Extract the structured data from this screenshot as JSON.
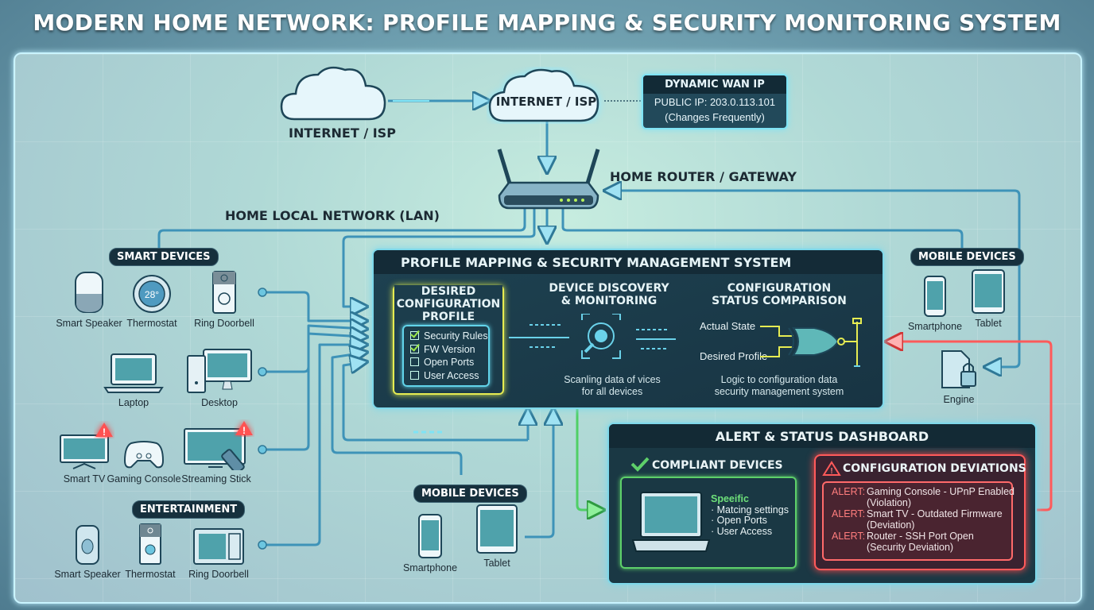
{
  "title": "MODERN HOME NETWORK: PROFILE MAPPING & SECURITY MONITORING SYSTEM",
  "internet": {
    "left_cloud_label": "INTERNET / ISP",
    "main_cloud_label": "INTERNET / ISP"
  },
  "wan": {
    "title": "DYNAMIC WAN IP",
    "ip_line": "PUBLIC IP: 203.0.113.101",
    "note": "(Changes Frequently)"
  },
  "router": {
    "label": "HOME ROUTER / GATEWAY"
  },
  "lan": {
    "label": "HOME LOCAL NETWORK (LAN)"
  },
  "smart_devices": {
    "title": "SMART DEVICES",
    "row1": [
      {
        "name": "Smart Speaker",
        "icon": "smart-speaker-icon"
      },
      {
        "name": "Thermostat",
        "icon": "thermostat-icon",
        "display": "28°"
      },
      {
        "name": "Ring Doorbell",
        "icon": "doorbell-icon"
      }
    ],
    "row2": [
      {
        "name": "Laptop",
        "icon": "laptop-icon"
      },
      {
        "name": "Desktop",
        "icon": "desktop-icon"
      }
    ]
  },
  "entertainment": {
    "title": "ENTERTAINMENT",
    "row1": [
      {
        "name": "Smart TV",
        "icon": "tv-icon",
        "alert": true
      },
      {
        "name": "Gaming Console",
        "icon": "gamepad-icon"
      },
      {
        "name": "Streaming Stick",
        "icon": "streaming-stick-icon",
        "alert": true
      }
    ],
    "row2": [
      {
        "name": "Smart Speaker",
        "icon": "smart-speaker-icon"
      },
      {
        "name": "Thermostat",
        "icon": "thermostat-icon"
      },
      {
        "name": "Ring Doorbell",
        "icon": "doorbell-icon"
      }
    ]
  },
  "mobile_bottom": {
    "title": "MOBILE DEVICES",
    "items": [
      {
        "name": "Smartphone"
      },
      {
        "name": "Tablet"
      }
    ]
  },
  "mobile_right": {
    "title": "MOBILE DEVICES",
    "items": [
      {
        "name": "Smartphone"
      },
      {
        "name": "Tablet"
      }
    ],
    "engine": "Engine"
  },
  "pms": {
    "title": "PROFILE MAPPING & SECURITY MANAGEMENT SYSTEM",
    "desired": {
      "title_lines": [
        "DESIRED",
        "CONFIGURATION",
        "PROFILE"
      ],
      "items": [
        {
          "label": "Security Rules",
          "checked": true
        },
        {
          "label": "FW Version",
          "checked": true
        },
        {
          "label": "Open Ports",
          "checked": false
        },
        {
          "label": "User Access",
          "checked": false
        }
      ]
    },
    "discovery": {
      "title_lines": [
        "DEVICE DISCOVERY",
        "& MONITORING"
      ],
      "caption_lines": [
        "Scanling data of vices",
        "for all devices"
      ]
    },
    "comparison": {
      "title_lines": [
        "CONFIGURATION",
        "STATUS COMPARISON"
      ],
      "input_a": "Actual State",
      "input_b": "Desired Profile",
      "caption_lines": [
        "Logic to configuration data",
        "security management system"
      ]
    }
  },
  "dashboard": {
    "title": "ALERT & STATUS DASHBOARD",
    "compliant": {
      "title": "COMPLIANT DEVICES",
      "heading": "Speeific",
      "items": [
        "Matcing settings",
        "Open Ports",
        "User Access"
      ]
    },
    "deviations": {
      "title": "CONFIGURATION DEVIATIONS",
      "alerts": [
        {
          "tag": "ALERT:",
          "text": "Gaming Console - UPnP Enabled",
          "detail": "(Violation)"
        },
        {
          "tag": "ALERT:",
          "text": "Smart TV - Outdated Firmware",
          "detail": "(Deviation)"
        },
        {
          "tag": "ALERT:",
          "text": "Router - SSH Port Open",
          "detail": "(Security Deviation)"
        }
      ]
    }
  },
  "colors": {
    "wire": "#3e93b8",
    "alert": "#ff4b4b",
    "ok": "#5ed06a",
    "highlight": "#e6ec52"
  }
}
